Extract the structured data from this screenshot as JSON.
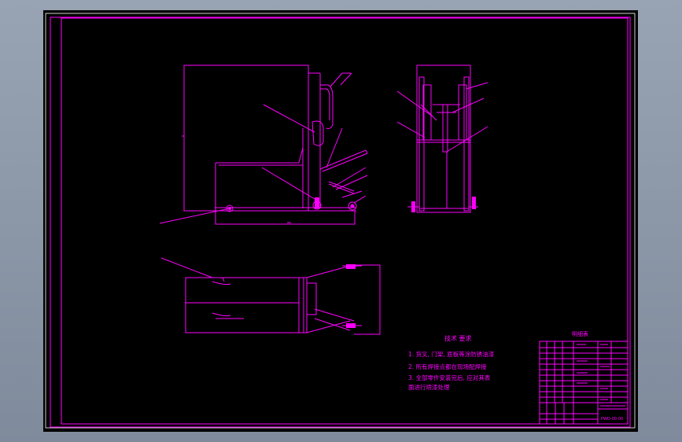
{
  "tech_requirements": {
    "title": "技术 要求",
    "items": [
      "1.  货叉,  门架,  底板等涂防锈油漆",
      "2. 所有焊接点都在现场配焊接",
      "3. 全部零件安装完后,  应对其表",
      "面进行喷漆处理"
    ]
  },
  "parts_list": {
    "title": "明细表"
  },
  "title_block": {
    "drawing_number": "PWD-00-00"
  },
  "colors": {
    "line": "#ff00ff",
    "background": "#000000",
    "frame": "#ffffff"
  }
}
